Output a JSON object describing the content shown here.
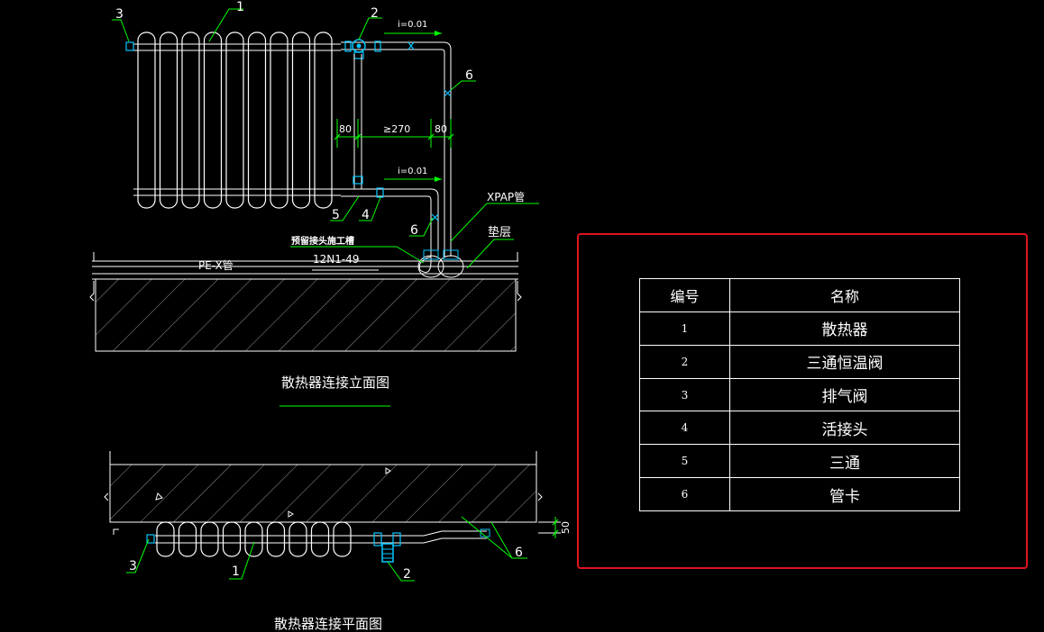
{
  "elevation": {
    "title": "散热器连接立面图",
    "callouts": [
      "1",
      "2",
      "3",
      "4",
      "5",
      "6",
      "6"
    ],
    "slope_top": "i=0.01",
    "slope_bottom": "i=0.01",
    "dim_left": "80",
    "dim_mid": "≥270",
    "dim_right": "80",
    "xpap_label": "XPAP管",
    "cushion_label": "垫层",
    "groove_label": "预留接头施工槽",
    "ref_label": "12N1-49",
    "pe_label": "PE-X管"
  },
  "plan": {
    "title": "散热器连接平面图",
    "callouts": [
      "1",
      "2",
      "3",
      "6"
    ],
    "dim_depth": "50"
  },
  "legend": {
    "header_num": "编号",
    "header_name": "名称",
    "rows": [
      {
        "num": "1",
        "name": "散热器"
      },
      {
        "num": "2",
        "name": "三通恒温阀"
      },
      {
        "num": "3",
        "name": "排气阀"
      },
      {
        "num": "4",
        "name": "活接头"
      },
      {
        "num": "5",
        "name": "三通"
      },
      {
        "num": "6",
        "name": "管卡"
      }
    ]
  },
  "colors": {
    "line": "#ffffff",
    "leader": "#00ff00",
    "fitting": "#00c8ff",
    "selection": "#e0141e"
  }
}
